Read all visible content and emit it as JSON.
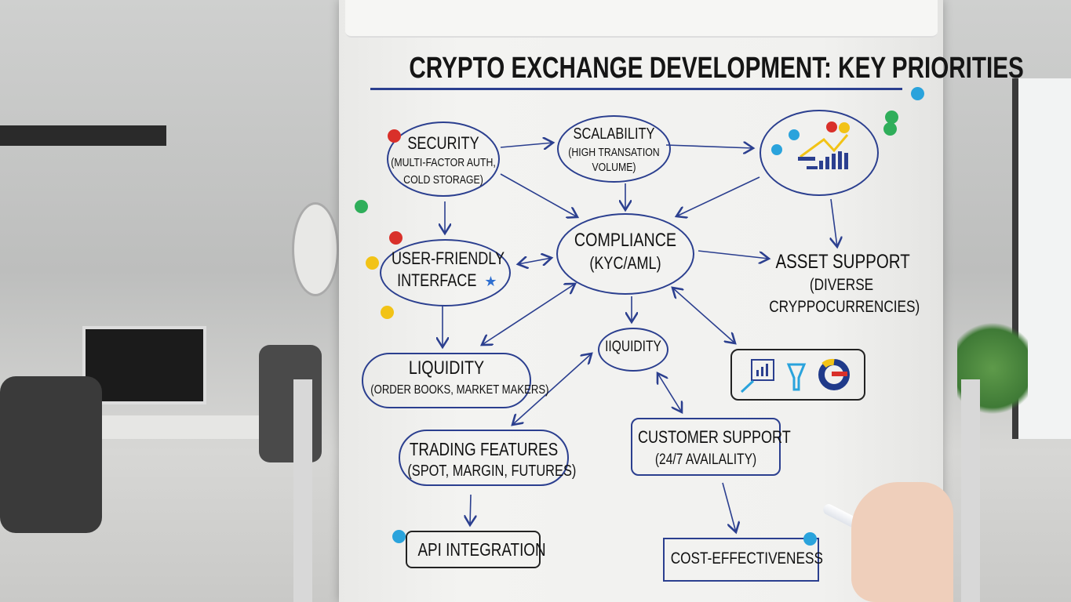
{
  "title": "CRYPTO EXCHANGE DEVELOPMENT: KEY PRIORITIES",
  "nodes": {
    "security": {
      "label": "SECURITY",
      "detail1": "(MULTI-FACTOR AUTH,",
      "detail2": "COLD STORAGE)"
    },
    "scalability": {
      "label": "SCALABILITY",
      "detail1": "(HIGH TRANSATION",
      "detail2": "VOLUME)"
    },
    "user_friendly": {
      "label1": "USER-FRIENDLY",
      "label2": "INTERFACE"
    },
    "compliance": {
      "label": "COMPLIANCE",
      "detail": "(KYC/AML)"
    },
    "asset_support": {
      "label": "ASSET SUPPORT",
      "detail1": "(DIVERSE",
      "detail2": "CRYPPOCURRENCIES)"
    },
    "iiquidity": {
      "label": "IIQUIDITY"
    },
    "liquidity": {
      "label": "LIQUIDITY",
      "detail": "(ORDER BOOKS, MARKET MAKERS)"
    },
    "trading": {
      "label": "TRADING FEATURES",
      "detail": "(SPOT, MARGIN, FUTURES)"
    },
    "customer_support": {
      "label": "CUSTOMER SUPPORT",
      "detail": "(24/7 AVAILALITY)"
    },
    "api": {
      "label": "API INTEGRATION"
    },
    "cost": {
      "label": "COST-EFFECTIVENESS"
    }
  },
  "colors": {
    "ink": "#2b3f8f",
    "magnet_red": "#d9302a",
    "magnet_green": "#2fae5a",
    "magnet_yellow": "#f2c316",
    "magnet_blue": "#2aa3dc"
  }
}
